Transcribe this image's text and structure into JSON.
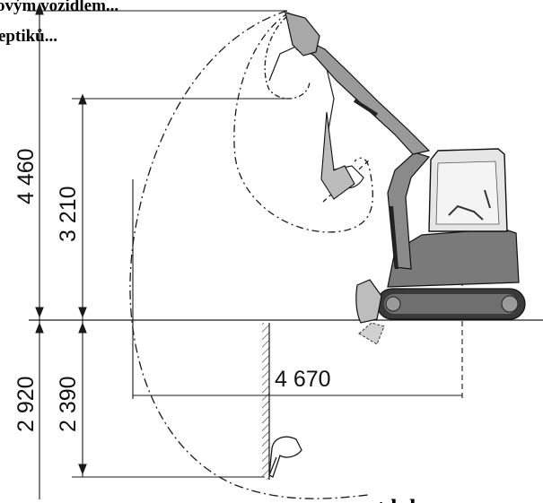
{
  "header_snippets": {
    "line1": "ovým vozidlem...",
    "line2": "eptiků..."
  },
  "dimensions": {
    "max_reach_height": "4 460",
    "dump_height": "3 210",
    "max_dig_depth": "2 920",
    "vertical_wall_depth": "2 390",
    "swing_radius": "4 670"
  },
  "footer_snippet": "t  h  l",
  "colors": {
    "line": "#1a1a1a",
    "machine_light": "#9a9a9a",
    "machine_mid": "#6f6f6f",
    "machine_dark": "#3a3a3a"
  }
}
